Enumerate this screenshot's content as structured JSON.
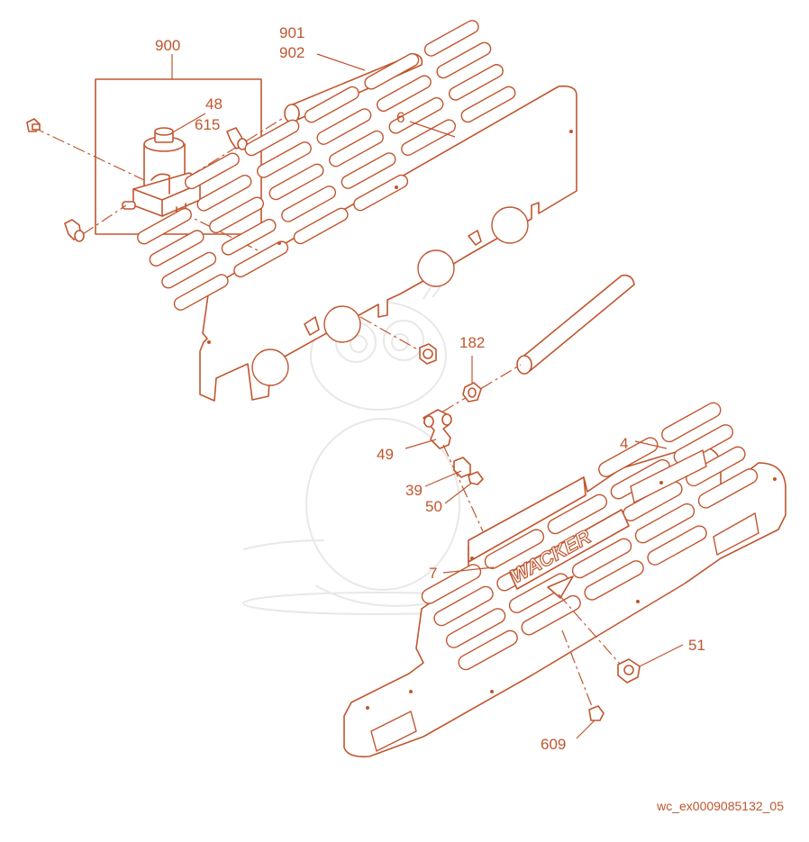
{
  "colors": {
    "line": "#c0562f",
    "fill": "#fbe3d8",
    "watermark": "#e9e9e9",
    "text": "#c0562f"
  },
  "labels": {
    "p900": "900",
    "p901": "901",
    "p902": "902",
    "p48": "48",
    "p615": "615",
    "p6": "6",
    "p182": "182",
    "p49": "49",
    "p4": "4",
    "p39": "39",
    "p50": "50",
    "p7": "7",
    "p51": "51",
    "p609": "609"
  },
  "badge_text": "WACKER",
  "doc_id": "wc_ex0009085132_05",
  "icons": {
    "watermark": "dragon-mascot-icon",
    "pump": "pump-motor-icon"
  }
}
